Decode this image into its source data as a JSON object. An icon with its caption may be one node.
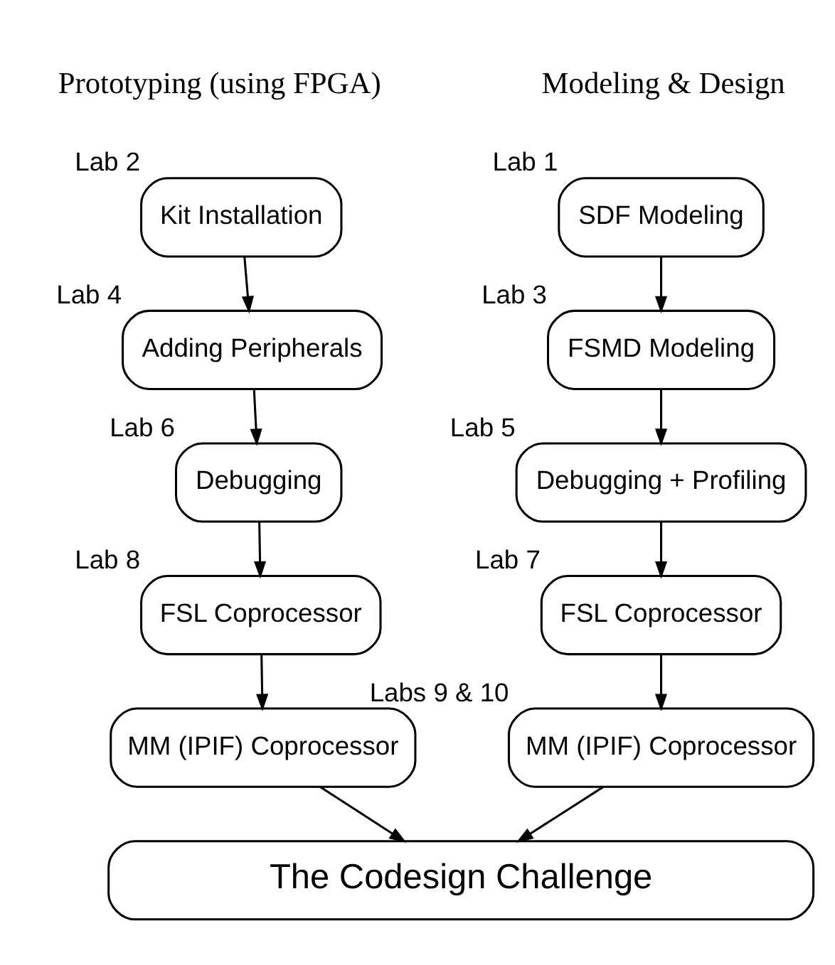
{
  "diagram": {
    "nodes": [
      {
        "text": [
          "SDF Modeling"
        ],
        "beside": [
          "Lab 1"
        ]
      },
      {
        "text": [
          "FSMD Modeling"
        ],
        "beside": [
          "Lab 3"
        ]
      },
      {
        "text": [
          "Debugging + Profiling"
        ],
        "beside": [
          "Lab 5"
        ]
      },
      {
        "text": [
          "FSL Coprocessor"
        ],
        "beside": [
          "Lab 7"
        ]
      },
      {
        "text": [
          "MM (IPIF) Coprocessor"
        ],
        "beside": [
          "Labs 9 & 10"
        ]
      },
      {
        "text": [
          "Kit Installation"
        ],
        "beside": [
          "Lab 2"
        ]
      },
      {
        "text": [
          "Adding Peripherals"
        ],
        "beside": [
          "Lab 4"
        ]
      },
      {
        "text": [
          "Debugging"
        ],
        "beside": [
          "Lab 6"
        ]
      },
      {
        "text": [
          "FSL Coprocessor"
        ],
        "beside": [
          "Lab 8"
        ]
      },
      {
        "text": [
          "MM (IPIF) Coprocessor"
        ]
      },
      {
        "text": [
          "The Codesign Challenge"
        ]
      }
    ],
    "edges": [
      {
        "from": 0,
        "to": 1,
        "arrow": "to"
      },
      {
        "from": 1,
        "to": 2,
        "arrow": "to"
      },
      {
        "from": 2,
        "to": 3,
        "arrow": "to"
      },
      {
        "from": 3,
        "to": 4,
        "arrow": "to"
      },
      {
        "from": 4,
        "to": 10,
        "arrow": "to"
      },
      {
        "from": 5,
        "to": 6,
        "arrow": "to"
      },
      {
        "from": 6,
        "to": 7,
        "arrow": "to"
      },
      {
        "from": 7,
        "to": 8,
        "arrow": "to"
      },
      {
        "from": 8,
        "to": 9,
        "arrow": "to"
      },
      {
        "from": 9,
        "to": 10,
        "arrow": "to"
      }
    ],
    "labels": [
      "Modeling & Design",
      "Prototyping (using FPGA)"
    ]
  }
}
